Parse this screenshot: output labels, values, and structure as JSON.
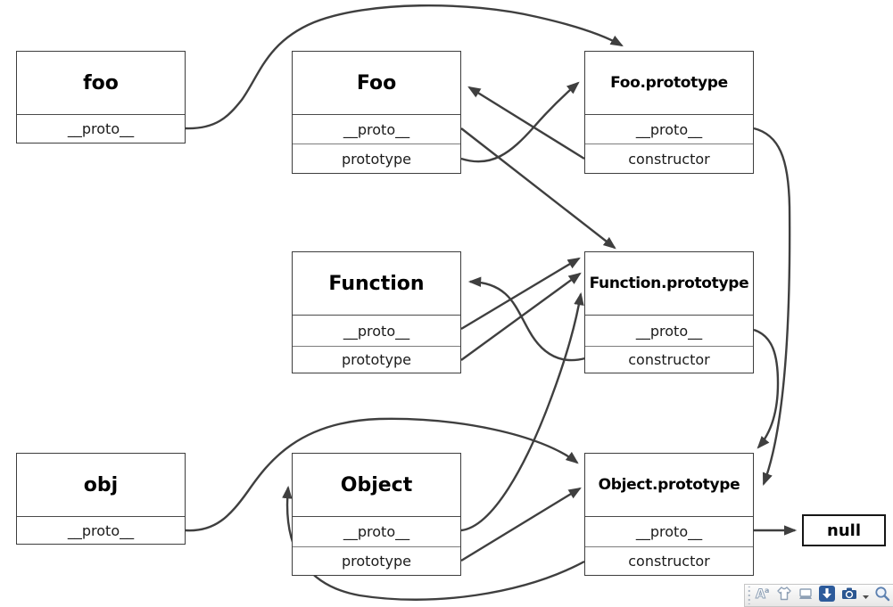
{
  "diagram": {
    "nodes": {
      "foo": {
        "title": "foo",
        "rows": [
          "__proto__"
        ]
      },
      "Foo": {
        "title": "Foo",
        "rows": [
          "__proto__",
          "prototype"
        ]
      },
      "FooPrototype": {
        "title": "Foo.prototype",
        "rows": [
          "__proto__",
          "constructor"
        ]
      },
      "FunctionNode": {
        "title": "Function",
        "rows": [
          "__proto__",
          "prototype"
        ]
      },
      "FunctionPrototype": {
        "title": "Function.prototype",
        "rows": [
          "__proto__",
          "constructor"
        ]
      },
      "obj": {
        "title": "obj",
        "rows": [
          "__proto__"
        ]
      },
      "ObjectNode": {
        "title": "Object",
        "rows": [
          "__proto__",
          "prototype"
        ]
      },
      "ObjectPrototype": {
        "title": "Object.prototype",
        "rows": [
          "__proto__",
          "constructor"
        ]
      },
      "nullNode": {
        "title": "null"
      }
    },
    "edges": [
      {
        "from": "foo.__proto__",
        "to": "Foo.prototype"
      },
      {
        "from": "Foo.prototype (property)",
        "to": "Foo.prototype"
      },
      {
        "from": "Foo.prototype.constructor",
        "to": "Foo"
      },
      {
        "from": "Foo.__proto__",
        "to": "Function.prototype"
      },
      {
        "from": "Function.__proto__",
        "to": "Function.prototype"
      },
      {
        "from": "Function.prototype (property)",
        "to": "Function.prototype"
      },
      {
        "from": "Object.__proto__",
        "to": "Function.prototype"
      },
      {
        "from": "Function.prototype.constructor",
        "to": "Function"
      },
      {
        "from": "obj.__proto__",
        "to": "Object.prototype"
      },
      {
        "from": "Object.prototype (property)",
        "to": "Object.prototype"
      },
      {
        "from": "Object.prototype.constructor",
        "to": "Object"
      },
      {
        "from": "Function.prototype.__proto__",
        "to": "Object.prototype"
      },
      {
        "from": "Foo.prototype.__proto__",
        "to": "Object.prototype"
      },
      {
        "from": "Object.prototype.__proto__",
        "to": "null"
      }
    ]
  },
  "toolbar": {
    "icons": [
      {
        "name": "font-size-icon"
      },
      {
        "name": "shirt-icon"
      },
      {
        "name": "projector-icon"
      },
      {
        "name": "download-icon"
      },
      {
        "name": "camera-icon"
      },
      {
        "name": "camera-menu-caret-icon"
      },
      {
        "name": "magnifier-icon"
      }
    ]
  },
  "colors": {
    "edge": "#3f3f3f",
    "box_border": "#3d3d3d",
    "toolbar_blue": "#2d5b9b",
    "icon_steel": "#8ea0b5"
  }
}
